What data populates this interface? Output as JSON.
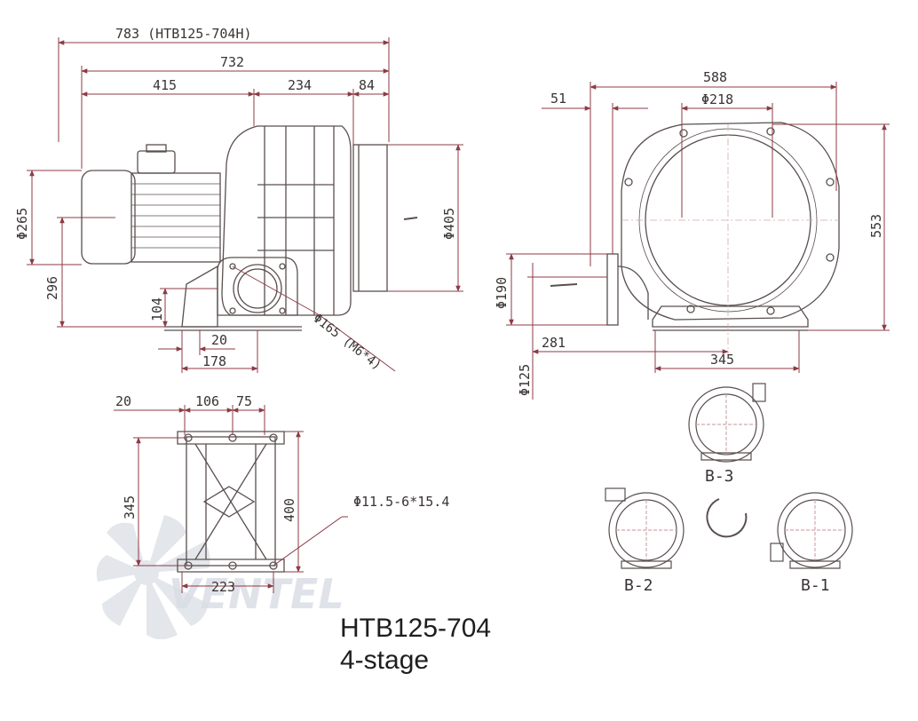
{
  "drawing": {
    "side_view": {
      "overall_h": "783 (HTB125-704H)",
      "overall": "732",
      "motor_len": "415",
      "body_len": "234",
      "outlet_len": "84",
      "motor_dia": "Φ265",
      "outlet_dia": "Φ405",
      "center_h": "296",
      "base_h": "104",
      "flange": "Φ165 (M6*4)",
      "base_a": "20",
      "base_b": "178"
    },
    "front_view": {
      "offset": "51",
      "width": "588",
      "inner_dia": "Φ218",
      "height": "553",
      "inlet_dia": "Φ190",
      "base_dist": "281",
      "base_w": "345",
      "pipe_dia": "Φ125"
    },
    "base_view": {
      "d1": "20",
      "d2": "106",
      "d3": "75",
      "inner": "345",
      "outer": "400",
      "width": "223",
      "holes": "Φ11.5-6*15.4"
    },
    "orientations": [
      "B-3",
      "B-2",
      "B-1"
    ]
  },
  "watermark": {
    "brand": "VENTEL"
  },
  "model": {
    "name": "HTB125-704",
    "stages": "4-stage"
  },
  "colors": {
    "line": "#5a4f4f",
    "dim": "#8c3b44",
    "watermark": "#a9c8e8"
  }
}
